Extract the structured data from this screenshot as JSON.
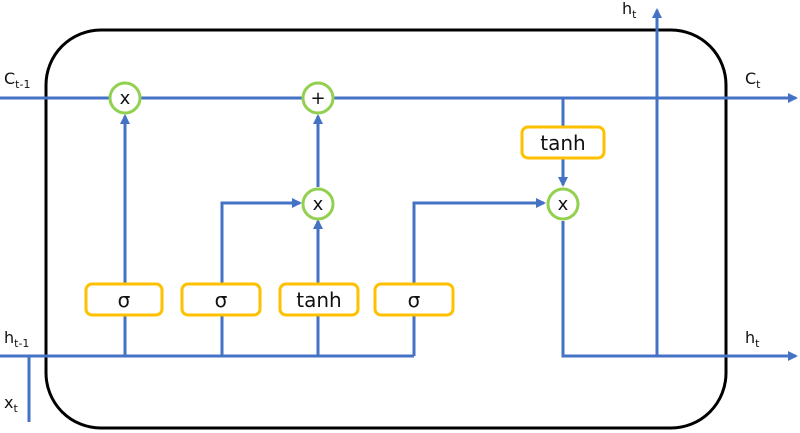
{
  "colors": {
    "line": "#4472c4",
    "gate_border": "#ffc000",
    "op_border": "#92d050",
    "cell_border": "#000000",
    "background": "#ffffff"
  },
  "labels": {
    "c_prev": {
      "main": "C",
      "sub": "t-1"
    },
    "c_next": {
      "main": "C",
      "sub": "t"
    },
    "h_prev": {
      "main": "h",
      "sub": "t-1"
    },
    "h_out_right": {
      "main": "h",
      "sub": "t"
    },
    "h_out_top": {
      "main": "h",
      "sub": "t"
    },
    "x_in": {
      "main": "x",
      "sub": "t"
    }
  },
  "gates": {
    "forget": "σ",
    "input": "σ",
    "candidate": "tanh",
    "output": "σ",
    "cell_tanh": "tanh"
  },
  "ops": {
    "forget_mult": "x",
    "cell_add": "+",
    "input_mult": "x",
    "output_mult": "x"
  }
}
